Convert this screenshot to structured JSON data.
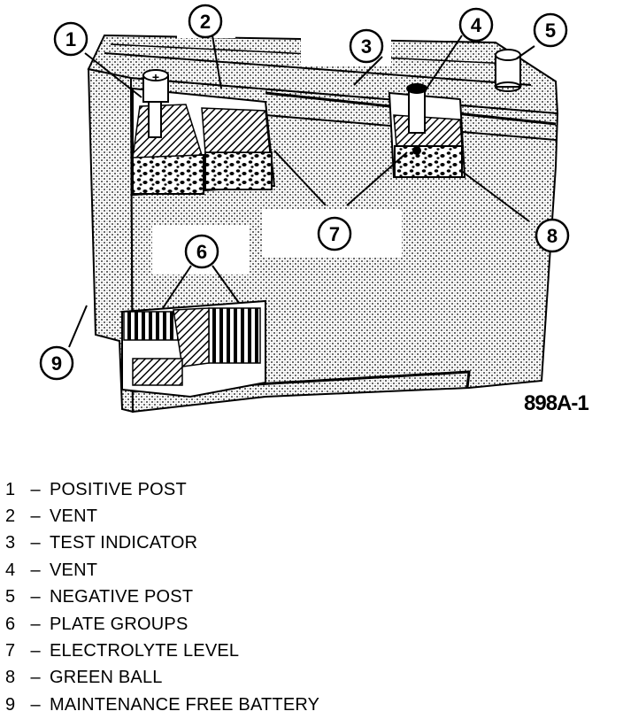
{
  "figure": {
    "id_label": "898A-1",
    "callouts": [
      {
        "num": "1"
      },
      {
        "num": "2"
      },
      {
        "num": "3"
      },
      {
        "num": "4"
      },
      {
        "num": "5"
      },
      {
        "num": "6"
      },
      {
        "num": "7"
      },
      {
        "num": "8"
      },
      {
        "num": "9"
      }
    ],
    "post_signs": {
      "positive": "+"
    }
  },
  "legend": {
    "dash": "–",
    "items": [
      {
        "num": "1",
        "label": "POSITIVE POST"
      },
      {
        "num": "2",
        "label": "VENT"
      },
      {
        "num": "3",
        "label": "TEST INDICATOR"
      },
      {
        "num": "4",
        "label": "VENT"
      },
      {
        "num": "5",
        "label": "NEGATIVE POST"
      },
      {
        "num": "6",
        "label": "PLATE GROUPS"
      },
      {
        "num": "7",
        "label": "ELECTROLYTE LEVEL"
      },
      {
        "num": "8",
        "label": "GREEN BALL"
      },
      {
        "num": "9",
        "label": "MAINTENANCE FREE BATTERY"
      }
    ]
  }
}
